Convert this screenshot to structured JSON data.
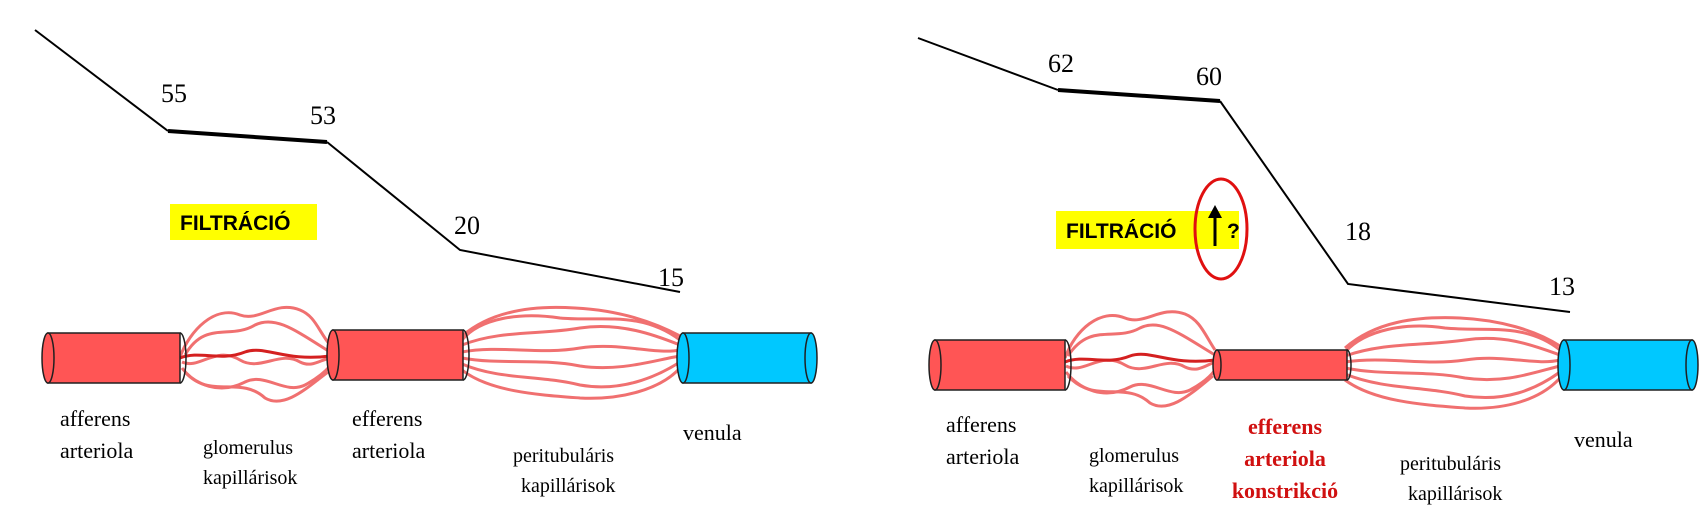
{
  "colors": {
    "artery": "#ff5555",
    "artery_stroke": "#202020",
    "vein": "#00c8ff",
    "capillary": "#f07070",
    "capillary_dark": "#d42020",
    "highlight": "#ffff00",
    "constriction_text": "#d01010",
    "circle": "#e01010"
  },
  "left": {
    "pressures": [
      "55",
      "53",
      "20",
      "15"
    ],
    "filtration_label": "FILTRÁCIÓ",
    "labels": {
      "afferent": [
        "afferens",
        "arteriola"
      ],
      "glomerular": [
        "glomerulus",
        "kapillárisok"
      ],
      "efferent": [
        "efferens",
        "arteriola"
      ],
      "peritubular": [
        "peritubuláris",
        "kapillárisok"
      ],
      "venule": "venula"
    }
  },
  "right": {
    "pressures": [
      "62",
      "60",
      "18",
      "13"
    ],
    "filtration_label": "FILTRÁCIÓ",
    "filtration_change": "?",
    "arrow_icon": "up-arrow-icon",
    "labels": {
      "afferent": [
        "afferens",
        "arteriola"
      ],
      "glomerular": [
        "glomerulus",
        "kapillárisok"
      ],
      "efferent": [
        "efferens",
        "arteriola",
        "konstrikció"
      ],
      "peritubular": [
        "peritubuláris",
        "kapillárisok"
      ],
      "venule": "venula"
    }
  }
}
